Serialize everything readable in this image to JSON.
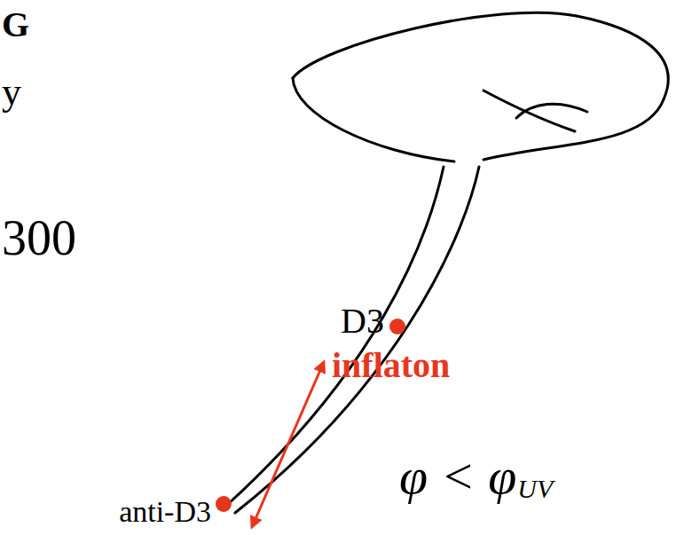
{
  "diagram": {
    "labels": [
      "G",
      "y",
      "300",
      "D3",
      "inflaton",
      "anti-D3",
      "φ < φ",
      "UV"
    ]
  }
}
